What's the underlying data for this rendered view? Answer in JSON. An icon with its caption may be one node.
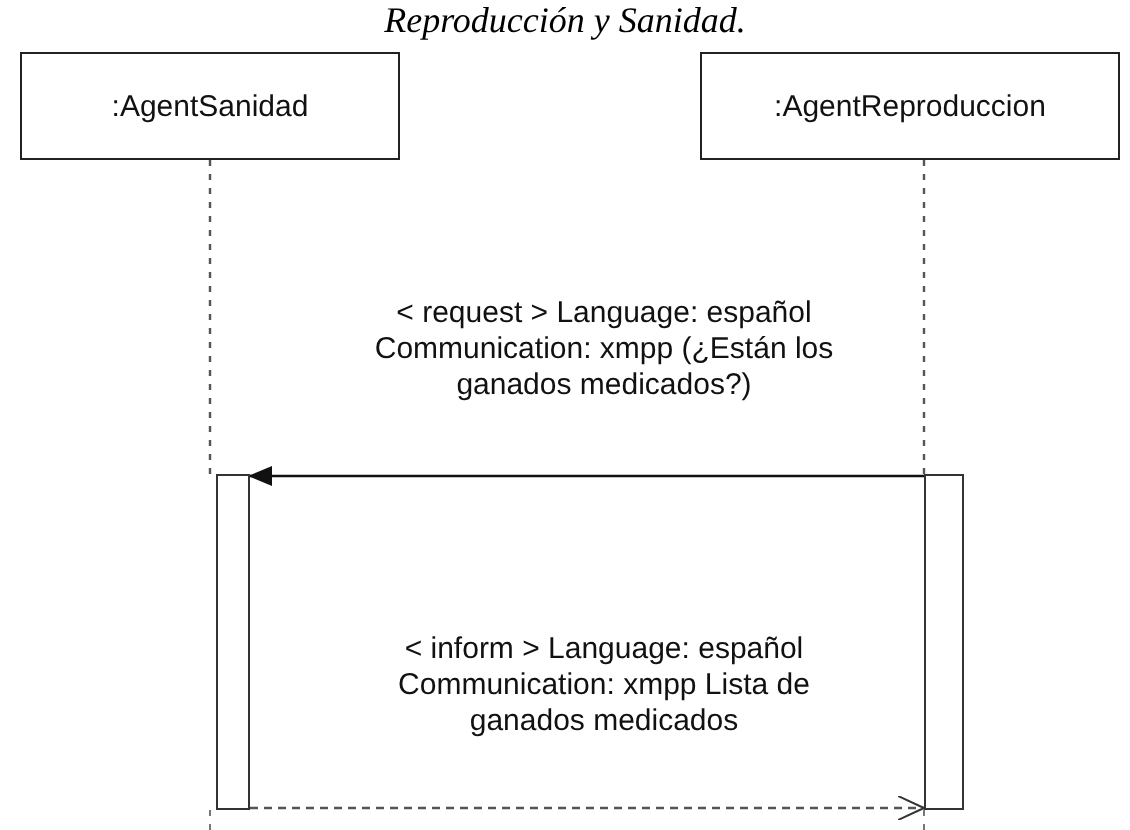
{
  "diagram": {
    "title": "Reproducción y Sanidad.",
    "nodes": [
      {
        "text": [
          ":AgentSanidad"
        ]
      },
      {
        "text": [
          ":AgentReproduccion"
        ]
      },
      {
        "text": [],
        "shape": "bar"
      },
      {
        "text": [],
        "shape": "bar"
      }
    ],
    "edges": [
      {
        "from": 0,
        "to": 2,
        "arrow": "none",
        "style": "dashed"
      },
      {
        "from": 1,
        "to": 3,
        "arrow": "none",
        "style": "dashed"
      },
      {
        "from": 3,
        "to": 2,
        "arrow": "to",
        "label": "< request > Language: español Communication: xmpp (¿Están los ganados medicados?)"
      },
      {
        "from": 2,
        "to": 3,
        "arrow": "to",
        "style": "dashed",
        "label": "< inform > Language: español Communication: xmpp Lista de ganados medicados"
      }
    ]
  }
}
